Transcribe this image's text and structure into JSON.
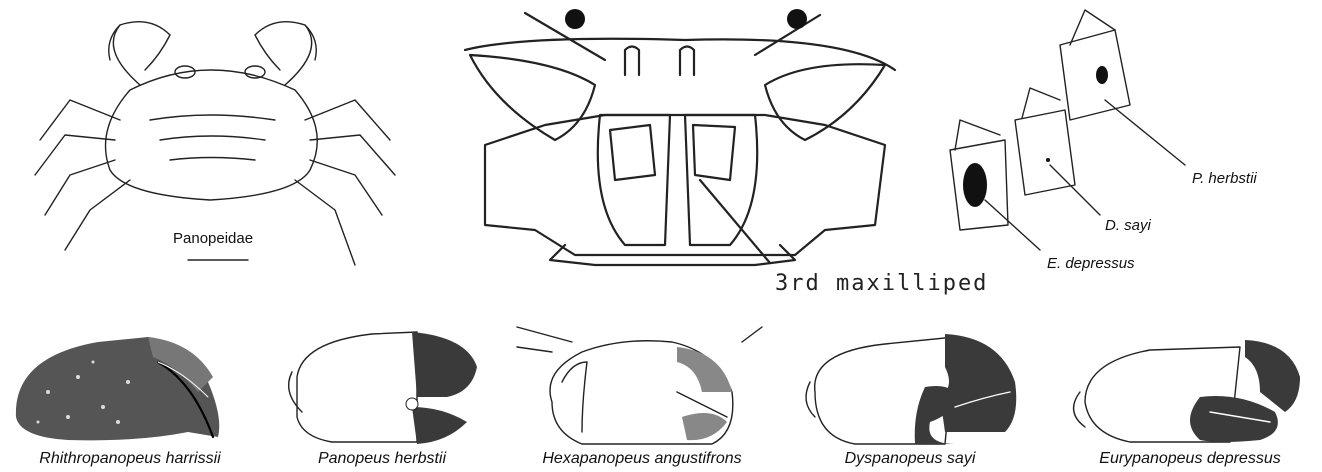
{
  "top_figures": {
    "crab": {
      "label": "Panopeidae"
    },
    "mouthparts": {
      "label": "3rd maxilliped"
    },
    "maxillipeds": {
      "labels": [
        "P. herbstii",
        "D. sayi",
        "E. depressus"
      ]
    }
  },
  "claws": [
    {
      "caption": "Rhithropanopeus harrissii",
      "icon": "claw-speckled"
    },
    {
      "caption": "Panopeus herbstii",
      "icon": "claw-dark-fingers"
    },
    {
      "caption": "Hexapanopeus angustifrons",
      "icon": "claw-light"
    },
    {
      "caption": "Dyspanopeus sayi",
      "icon": "claw-dark-hand"
    },
    {
      "caption": "Eurypanopeus depressus",
      "icon": "claw-dark-fingers-open"
    }
  ]
}
